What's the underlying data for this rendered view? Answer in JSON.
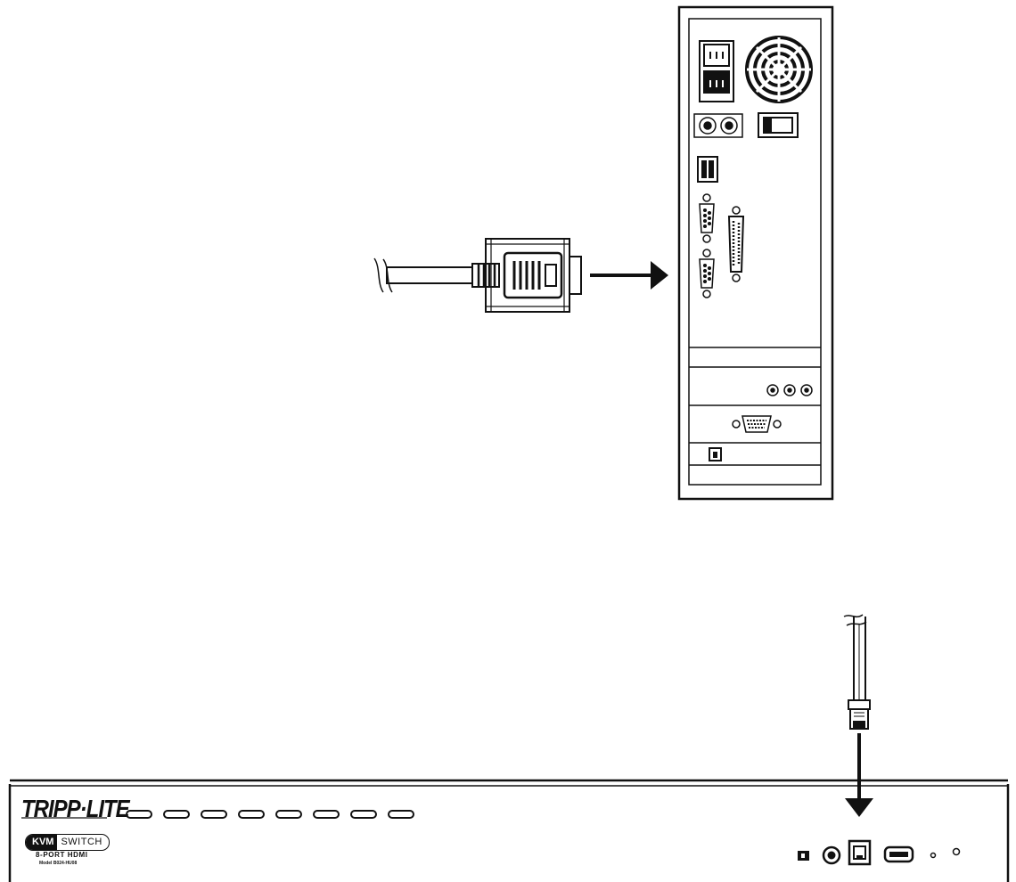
{
  "kvm_switch": {
    "brand": "TRIPP·LITE",
    "badge_kvm": "KVM",
    "badge_switch": "SWITCH",
    "ports_label": "8-PORT HDMI",
    "model_label": "Model B024-HU08"
  },
  "icons": {
    "computer": "pc-tower-rear-icon",
    "db9_connector": "db9-serial-plug-icon",
    "rj45_connector": "rj45-plug-icon",
    "arrow": "arrow-icon"
  },
  "colors": {
    "line": "#111111",
    "background": "#ffffff"
  }
}
